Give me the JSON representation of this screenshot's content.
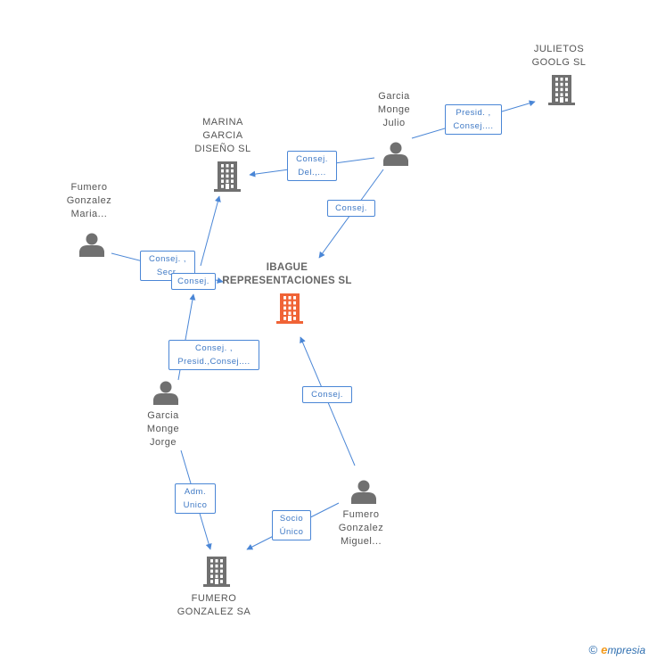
{
  "colors": {
    "edge": "#4a86d6",
    "node_icon": "#707070",
    "main_icon": "#f06336"
  },
  "nodes": {
    "ibague": {
      "label": "IBAGUE\nREPRESENTACIONES SL",
      "kind": "company",
      "main": true
    },
    "julietos": {
      "label": "JULIETOS\nGOOLG SL",
      "kind": "company"
    },
    "marina": {
      "label": "MARINA\nGARCIA\nDISEÑO SL",
      "kind": "company"
    },
    "fumero_sa": {
      "label": "FUMERO\nGONZALEZ SA",
      "kind": "company"
    },
    "garcia_julio": {
      "label": "Garcia\nMonge\nJulio",
      "kind": "person"
    },
    "fumero_maria": {
      "label": "Fumero\nGonzalez\nMaria...",
      "kind": "person"
    },
    "garcia_jorge": {
      "label": "Garcia\nMonge\nJorge",
      "kind": "person"
    },
    "fumero_miguel": {
      "label": "Fumero\nGonzalez\nMiguel...",
      "kind": "person"
    }
  },
  "edges": [
    {
      "from": "garcia_julio",
      "to": "julietos",
      "label": "Presid. ,\nConsej...."
    },
    {
      "from": "garcia_julio",
      "to": "marina",
      "label": "Consej.\nDel.,..."
    },
    {
      "from": "garcia_julio",
      "to": "ibague",
      "label": "Consej."
    },
    {
      "from": "fumero_maria",
      "to": "ibague",
      "label": "Consej. ,\nSecr."
    },
    {
      "from": "garcia_jorge",
      "to": "marina",
      "label": "Consej."
    },
    {
      "from": "garcia_jorge",
      "to": "ibague",
      "label": "Consej. ,\nPresid.,Consej...."
    },
    {
      "from": "garcia_jorge",
      "to": "fumero_sa",
      "label": "Adm.\nUnico"
    },
    {
      "from": "fumero_miguel",
      "to": "ibague",
      "label": "Consej."
    },
    {
      "from": "fumero_miguel",
      "to": "fumero_sa",
      "label": "Socio\nÚnico"
    }
  ],
  "watermark": {
    "copyright": "©",
    "brand_initial": "e",
    "brand_rest": "mpresia"
  }
}
